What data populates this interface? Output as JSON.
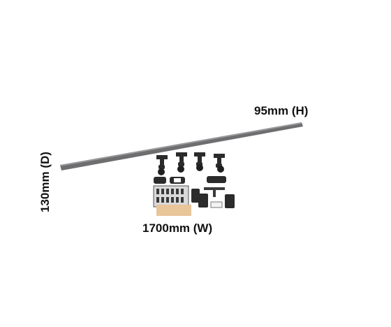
{
  "product_image": {
    "dimension_labels": {
      "height": "95mm (H)",
      "width": "1700mm (W)",
      "depth": "130mm (D)"
    },
    "colors": {
      "rail": "#6e6e70",
      "hardware": "#2b2b2b",
      "template_card": "#e9c59a",
      "label_text": "#111111"
    }
  }
}
